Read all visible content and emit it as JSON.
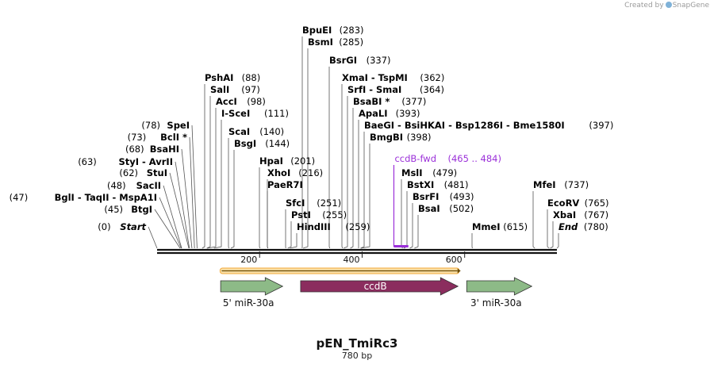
{
  "credit": {
    "prefix": "Created by",
    "brand": "SnapGene"
  },
  "plasmid": {
    "name": "pEN_TmiRc3",
    "size_label": "780 bp",
    "length": 780
  },
  "ruler": {
    "ticks": [
      200,
      400,
      600
    ]
  },
  "sites": [
    {
      "name": "Start",
      "pos": 0,
      "label": "Start",
      "pos_text": "(0)",
      "italic": true,
      "side": "left"
    },
    {
      "name": "BtgI",
      "pos": 45,
      "label": "BtgI",
      "pos_text": "(45)",
      "side": "left"
    },
    {
      "name": "BglI",
      "pos": 47,
      "label": "BglI - TaqII - MspA1I",
      "pos_text": "(47)",
      "side": "left"
    },
    {
      "name": "SacII",
      "pos": 48,
      "label": "SacII",
      "pos_text": "(48)",
      "side": "left"
    },
    {
      "name": "StuI",
      "pos": 62,
      "label": "StuI",
      "pos_text": "(62)",
      "side": "left"
    },
    {
      "name": "StyI",
      "pos": 63,
      "label": "StyI - AvrII",
      "pos_text": "(63)",
      "side": "left"
    },
    {
      "name": "BsaHI",
      "pos": 68,
      "label": "BsaHI",
      "pos_text": "(68)",
      "side": "left"
    },
    {
      "name": "BclI",
      "pos": 73,
      "label": "BclI *",
      "pos_text": "(73)",
      "side": "left"
    },
    {
      "name": "SpeI",
      "pos": 78,
      "label": "SpeI",
      "pos_text": "(78)",
      "side": "left"
    },
    {
      "name": "PshAI",
      "pos": 88,
      "label": "PshAI",
      "pos_text": "(88)",
      "side": "right"
    },
    {
      "name": "SalI",
      "pos": 97,
      "label": "SalI",
      "pos_text": "(97)",
      "side": "right"
    },
    {
      "name": "AccI",
      "pos": 98,
      "label": "AccI",
      "pos_text": "(98)",
      "side": "right"
    },
    {
      "name": "I-SceI",
      "pos": 111,
      "label": "I-SceI",
      "pos_text": "(111)",
      "side": "right"
    },
    {
      "name": "ScaI",
      "pos": 140,
      "label": "ScaI",
      "pos_text": "(140)",
      "side": "right"
    },
    {
      "name": "BsgI",
      "pos": 144,
      "label": "BsgI",
      "pos_text": "(144)",
      "side": "right"
    },
    {
      "name": "HpaI",
      "pos": 201,
      "label": "HpaI",
      "pos_text": "(201)",
      "side": "right"
    },
    {
      "name": "XhoI",
      "pos": 216,
      "label": "XhoI",
      "pos_text": "(216)",
      "side": "right"
    },
    {
      "name": "PaeR7I",
      "pos": 216,
      "label": "PaeR7I",
      "pos_text": "",
      "side": "right"
    },
    {
      "name": "SfcI",
      "pos": 251,
      "label": "SfcI",
      "pos_text": "(251)",
      "side": "right"
    },
    {
      "name": "PstI",
      "pos": 255,
      "label": "PstI",
      "pos_text": "(255)",
      "side": "right"
    },
    {
      "name": "HindIII",
      "pos": 259,
      "label": "HindIII",
      "pos_text": "(259)",
      "side": "right"
    },
    {
      "name": "BpuEI",
      "pos": 283,
      "label": "BpuEI",
      "pos_text": "(283)",
      "side": "right"
    },
    {
      "name": "BsmI",
      "pos": 285,
      "label": "BsmI",
      "pos_text": "(285)",
      "side": "right"
    },
    {
      "name": "BsrGI",
      "pos": 337,
      "label": "BsrGI",
      "pos_text": "(337)",
      "side": "right"
    },
    {
      "name": "XmaI",
      "pos": 362,
      "label": "XmaI - TspMI",
      "pos_text": "(362)",
      "side": "right"
    },
    {
      "name": "SrfI",
      "pos": 364,
      "label": "SrfI - SmaI",
      "pos_text": "(364)",
      "side": "right"
    },
    {
      "name": "BsaBI",
      "pos": 377,
      "label": "BsaBI *",
      "pos_text": "(377)",
      "side": "right"
    },
    {
      "name": "ApaLI",
      "pos": 393,
      "label": "ApaLI",
      "pos_text": "(393)",
      "side": "right"
    },
    {
      "name": "BaeGI",
      "pos": 397,
      "label": "BaeGI - BsiHKAI - Bsp1286I - Bme1580I",
      "pos_text": "(397)",
      "side": "right"
    },
    {
      "name": "BmgBI",
      "pos": 398,
      "label": "BmgBI",
      "pos_text": "(398)",
      "side": "right"
    },
    {
      "name": "MslI",
      "pos": 479,
      "label": "MslI",
      "pos_text": "(479)",
      "side": "right"
    },
    {
      "name": "BstXI",
      "pos": 481,
      "label": "BstXI",
      "pos_text": "(481)",
      "side": "right"
    },
    {
      "name": "BsrFI",
      "pos": 493,
      "label": "BsrFI",
      "pos_text": "(493)",
      "side": "right"
    },
    {
      "name": "BsaI",
      "pos": 502,
      "label": "BsaI",
      "pos_text": "(502)",
      "side": "right"
    },
    {
      "name": "MmeI",
      "pos": 615,
      "label": "MmeI",
      "pos_text": "(615)",
      "side": "right"
    },
    {
      "name": "MfeI",
      "pos": 737,
      "label": "MfeI",
      "pos_text": "(737)",
      "side": "right"
    },
    {
      "name": "EcoRV",
      "pos": 765,
      "label": "EcoRV",
      "pos_text": "(765)",
      "side": "right"
    },
    {
      "name": "XbaI",
      "pos": 767,
      "label": "XbaI",
      "pos_text": "(767)",
      "side": "right"
    },
    {
      "name": "End",
      "pos": 780,
      "label": "End",
      "pos_text": "(780)",
      "italic": true,
      "side": "right"
    }
  ],
  "primer": {
    "name": "ccdB-fwd",
    "range_text": "(465 .. 484)",
    "start": 465,
    "end": 484,
    "color": "#9b30d9"
  },
  "features": [
    {
      "name": "5' miR-30a",
      "start": 124,
      "end": 245,
      "type": "arrow",
      "color": "#8dba87",
      "label_below": true
    },
    {
      "name": "ccdB",
      "start": 280,
      "end": 587,
      "type": "arrow",
      "color": "#8b2d5e",
      "label_inside": true
    },
    {
      "name": "3' miR-30a",
      "start": 604,
      "end": 731,
      "type": "arrow",
      "color": "#8dba87",
      "label_below": true
    }
  ],
  "orf_bar": {
    "start": 126,
    "end": 583,
    "color": "#f2a93a"
  },
  "colors": {
    "backbone": "#111111",
    "tick_line": "#555555"
  }
}
